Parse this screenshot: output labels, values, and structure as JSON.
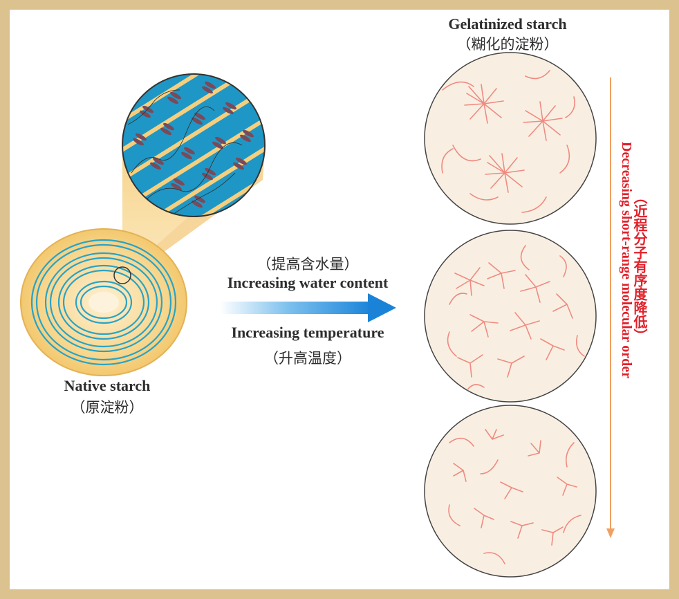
{
  "native": {
    "title": "Native starch",
    "subtitle": "（原淀粉）"
  },
  "process": {
    "water_cn": "（提高含水量）",
    "water_en": "Increasing water content",
    "temp_en": "Increasing temperature",
    "temp_cn": "（升高温度）"
  },
  "gelatinized": {
    "title": "Gelatinized starch",
    "subtitle": "（糊化的淀粉）"
  },
  "order_axis": {
    "label_en": "Decreasing short-range molecular order",
    "label_cn": "（近程分子有序度降低）"
  },
  "colors": {
    "frame": "#dcc28e",
    "granule_fill": "#f5c76a",
    "ring": "#2aa3c4",
    "lamellae": "#1e97c6",
    "chain": "#f08a80",
    "circle_bg": "#f8efe2",
    "arrow": "#1a83d8",
    "axis_arrow": "#f0a060",
    "axis_text": "#e1202a"
  },
  "icons": [
    "zoom-cone",
    "process-arrow",
    "order-arrow"
  ]
}
